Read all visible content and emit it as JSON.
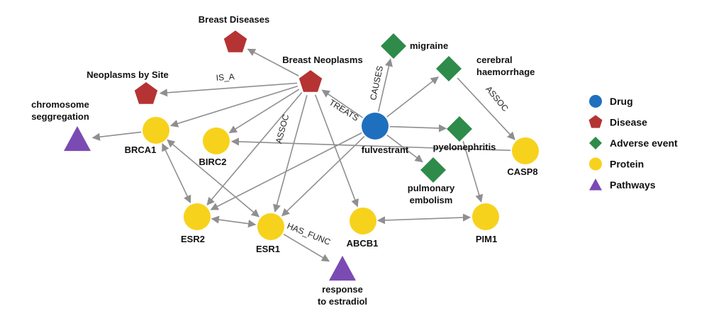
{
  "colors": {
    "drug": "#1f6fbf",
    "disease": "#b53333",
    "adverse_event": "#2e8b4a",
    "protein": "#f7d21c",
    "pathway": "#7a4bb3",
    "edge": "#8f8f8f"
  },
  "nodes": {
    "breast_diseases": {
      "label": "Breast Diseases",
      "type": "disease"
    },
    "breast_neoplasms": {
      "label": "Breast Neoplasms",
      "type": "disease"
    },
    "neoplasms_by_site": {
      "label": "Neoplasms by Site",
      "type": "disease"
    },
    "chromosome_segregation": {
      "label_lines": [
        "chromosome",
        "seggregation"
      ],
      "type": "pathway"
    },
    "brca1": {
      "label": "BRCA1",
      "type": "protein"
    },
    "birc2": {
      "label": "BIRC2",
      "type": "protein"
    },
    "fulvestrant": {
      "label": "fulvestrant",
      "type": "drug"
    },
    "migraine": {
      "label": "migraine",
      "type": "adverse_event"
    },
    "cerebral_haemorrhage": {
      "label_lines": [
        "cerebral",
        "haemorrhage"
      ],
      "type": "adverse_event"
    },
    "pyelonephritis": {
      "label": "pyelonephritis",
      "type": "adverse_event"
    },
    "pulmonary_embolism": {
      "label_lines": [
        "pulmonary",
        "embolism"
      ],
      "type": "adverse_event"
    },
    "casp8": {
      "label": "CASP8",
      "type": "protein"
    },
    "esr2": {
      "label": "ESR2",
      "type": "protein"
    },
    "esr1": {
      "label": "ESR1",
      "type": "protein"
    },
    "abcb1": {
      "label": "ABCB1",
      "type": "protein"
    },
    "pim1": {
      "label": "PIM1",
      "type": "protein"
    },
    "response_to_estradiol": {
      "label_lines": [
        "response",
        "to estradiol"
      ],
      "type": "pathway"
    }
  },
  "edge_labels": {
    "is_a": "IS_A",
    "treats": "TREATS",
    "causes": "CAUSES",
    "assoc_1": "ASSOC",
    "assoc_2": "ASSOC",
    "has_func": "HAS_FUNC"
  },
  "legend": [
    {
      "label": "Drug",
      "type": "drug"
    },
    {
      "label": "Disease",
      "type": "disease"
    },
    {
      "label": "Adverse event",
      "type": "adverse_event"
    },
    {
      "label": "Protein",
      "type": "protein"
    },
    {
      "label": "Pathways",
      "type": "pathway"
    }
  ]
}
